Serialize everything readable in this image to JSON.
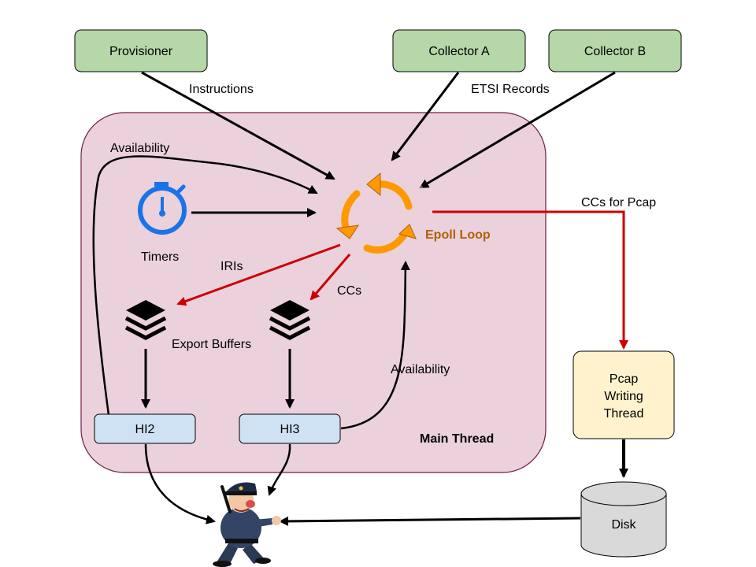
{
  "nodes": {
    "provisioner": "Provisioner",
    "collector_a": "Collector A",
    "collector_b": "Collector B",
    "hi2": "HI2",
    "hi3": "HI3",
    "pcap_line1": "Pcap",
    "pcap_line2": "Writing",
    "pcap_line3": "Thread",
    "disk": "Disk"
  },
  "labels": {
    "instructions": "Instructions",
    "etsi_records": "ETSI Records",
    "availability_top": "Availability",
    "timers": "Timers",
    "iris": "IRIs",
    "ccs": "CCs",
    "export_buffers": "Export Buffers",
    "availability_right": "Availability",
    "epoll_loop": "Epoll Loop",
    "ccs_for_pcap": "CCs for Pcap",
    "main_thread": "Main Thread"
  },
  "colors": {
    "green_box": "#b6d7a8",
    "blue_box": "#cfe2f3",
    "yellow_box": "#fff2cc",
    "disk": "#d9d9d9",
    "main_thread_bg": "#ead1dc",
    "main_thread_border": "#741b47",
    "red_arrow": "#cc0000",
    "epoll_orange": "#ff9900",
    "epoll_text": "#b45f06",
    "timer_blue": "#1a73e8"
  },
  "icons": [
    "stopwatch-icon",
    "refresh-cycle-icon",
    "layers-stack-icon",
    "police-officer-icon"
  ]
}
